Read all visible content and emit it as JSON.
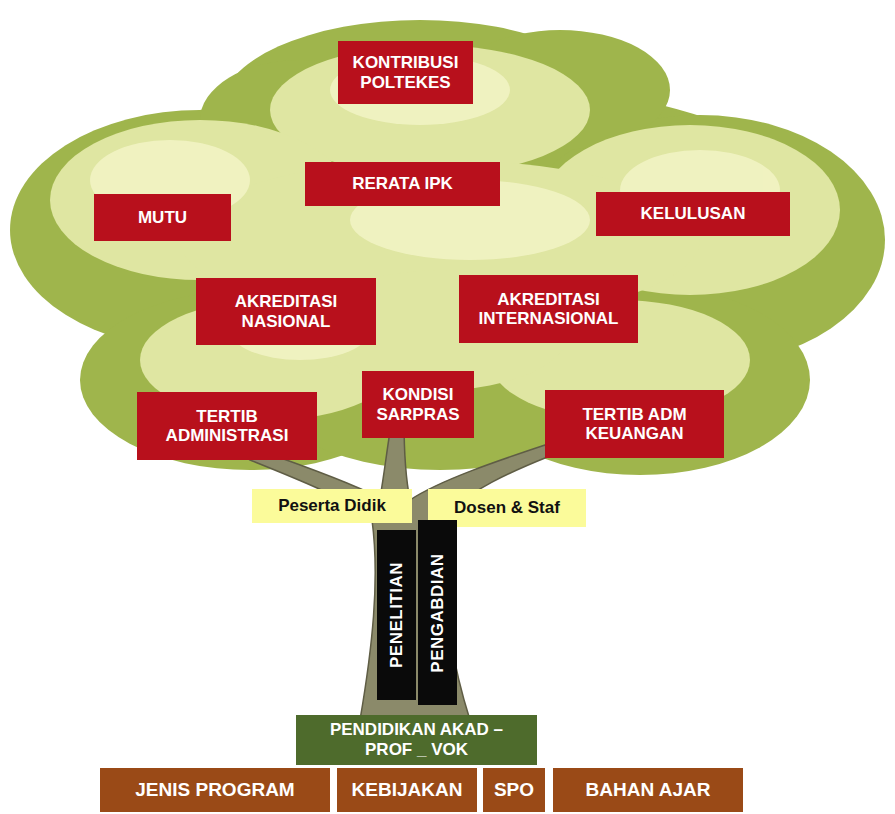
{
  "diagram": {
    "nodes": [
      {
        "text": [
          "KONTRIBUSI POLTEKES"
        ]
      },
      {
        "text": [
          "RERATA IPK"
        ]
      },
      {
        "text": [
          "MUTU"
        ]
      },
      {
        "text": [
          "KELULUSAN"
        ]
      },
      {
        "text": [
          "AKREDITASI NASIONAL"
        ]
      },
      {
        "text": [
          "AKREDITASI INTERNASIONAL"
        ]
      },
      {
        "text": [
          "KONDISI SARPRAS"
        ]
      },
      {
        "text": [
          "TERTIB ADMINISTRASI"
        ]
      },
      {
        "text": [
          "TERTIB ADM KEUANGAN"
        ]
      },
      {
        "text": [
          "Peserta Didik"
        ]
      },
      {
        "text": [
          "Dosen & Staf"
        ]
      },
      {
        "text": [
          "PENELITIAN"
        ]
      },
      {
        "text": [
          "PENGABDIAN"
        ]
      },
      {
        "text": [
          "PENDIDIKAN AKAD – PROF _ VOK"
        ]
      },
      {
        "text": [
          "JENIS PROGRAM"
        ]
      },
      {
        "text": [
          "KEBIJAKAN"
        ]
      },
      {
        "text": [
          "SPO"
        ]
      },
      {
        "text": [
          "BAHAN AJAR"
        ]
      }
    ]
  }
}
